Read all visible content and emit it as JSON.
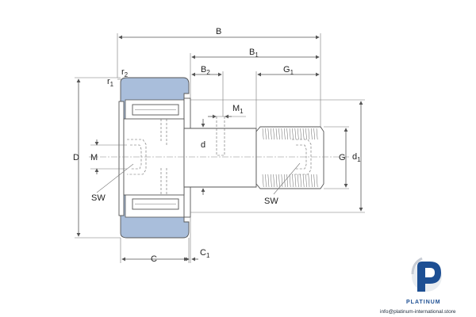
{
  "drawing": {
    "outer_ring_color": "#a9bedb",
    "labels": {
      "B": "B",
      "B1": "B",
      "B1_sub": "1",
      "B2": "B",
      "B2_sub": "2",
      "G1": "G",
      "G1_sub": "1",
      "r2": "r",
      "r2_sub": "2",
      "r1": "r",
      "r1_sub": "1",
      "M1": "M",
      "M1_sub": "1",
      "D": "D",
      "M": "M",
      "d": "d",
      "G": "G",
      "d1": "d",
      "d1_sub": "1",
      "SW_left": "SW",
      "SW_right": "SW",
      "C": "C",
      "C1": "C",
      "C1_sub": "1"
    }
  },
  "watermark": {
    "brand": "PLATINUM",
    "url": "info@platinum-international.store",
    "accent_color": "#1d4f93",
    "icon": "platinum-p-logo-icon"
  }
}
